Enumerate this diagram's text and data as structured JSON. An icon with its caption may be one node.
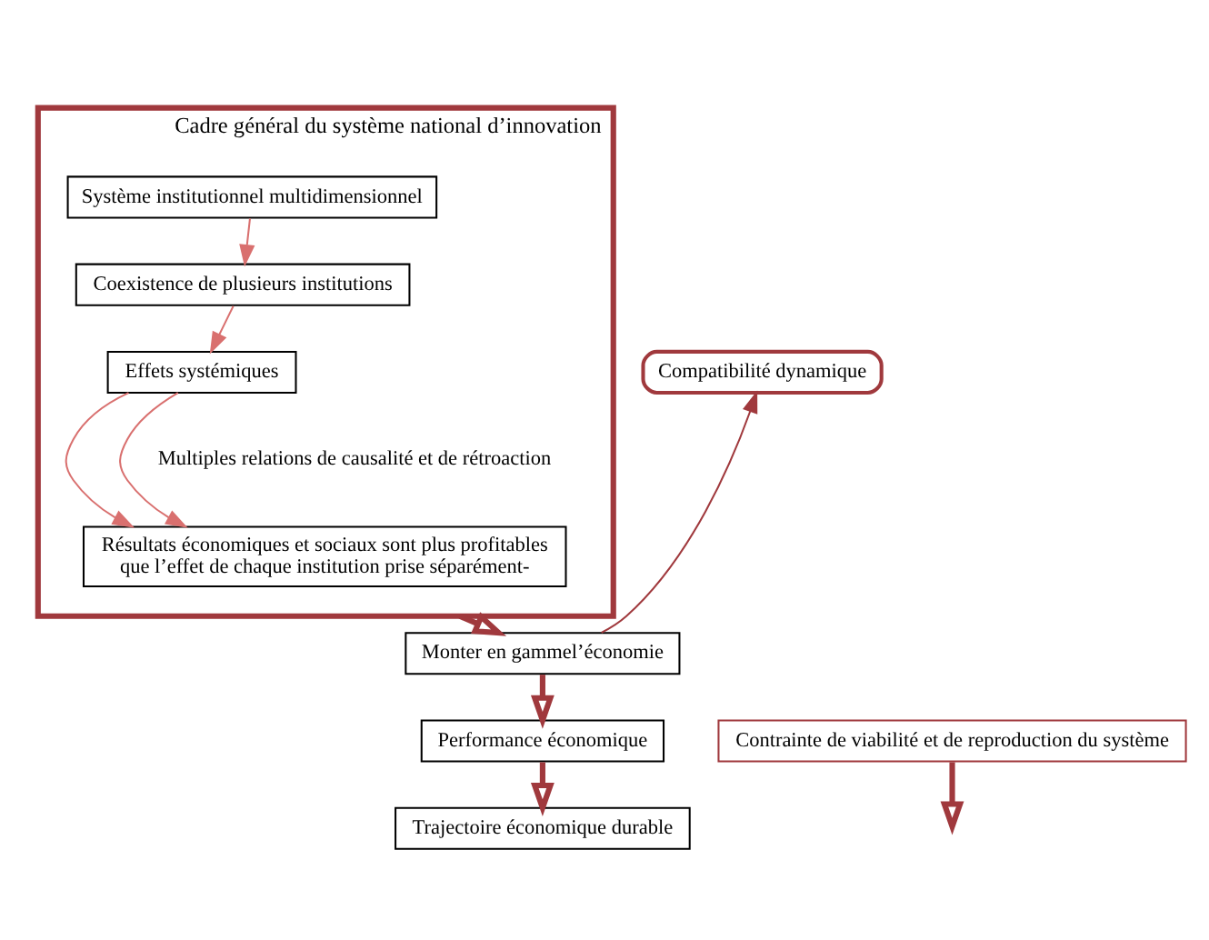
{
  "diagram": {
    "nodes": [
      {
        "text": [
          "Cadre général du système national d’innovation"
        ]
      },
      {
        "text": [
          "Système institutionnel multidimensionnel"
        ],
        "in": 0
      },
      {
        "text": [
          "Coexistence de plusieurs institutions"
        ],
        "in": 0
      },
      {
        "text": [
          "Effets systémiques"
        ],
        "in": 0
      },
      {
        "text": [
          "Résultats économiques et sociaux sont plus profitables que l’effet de chaque institution prise séparément-"
        ],
        "in": 0
      },
      {
        "text": [
          "Compatibilité dynamique"
        ]
      },
      {
        "text": [
          "Monter en gammel’économie"
        ]
      },
      {
        "text": [
          "Performance économique"
        ]
      },
      {
        "text": [
          "Trajectoire économique durable"
        ]
      },
      {
        "text": [
          "Contrainte de viabilité et de reproduction du système"
        ]
      }
    ],
    "edges": [
      {
        "from": 1,
        "to": 2,
        "arrow": "to",
        "color": "#d9706f"
      },
      {
        "from": 2,
        "to": 3,
        "arrow": "to",
        "color": "#d9706f"
      },
      {
        "from": 3,
        "to": 4,
        "arrow": "to",
        "color": "#d9706f"
      },
      {
        "from": 3,
        "to": 4,
        "arrow": "to",
        "color": "#d9706f"
      },
      {
        "from": 0,
        "to": 6,
        "arrow": "to",
        "style": "thick"
      },
      {
        "from": 6,
        "to": 7,
        "arrow": "to",
        "style": "thick"
      },
      {
        "from": 7,
        "to": 8,
        "arrow": "to",
        "style": "thick"
      },
      {
        "from": 6,
        "to": 5,
        "arrow": "to"
      },
      {
        "from": 9,
        "to": null,
        "arrow": "to",
        "style": "thick"
      }
    ],
    "labels": [
      "Multiples relations de causalité et de rétroaction"
    ]
  }
}
